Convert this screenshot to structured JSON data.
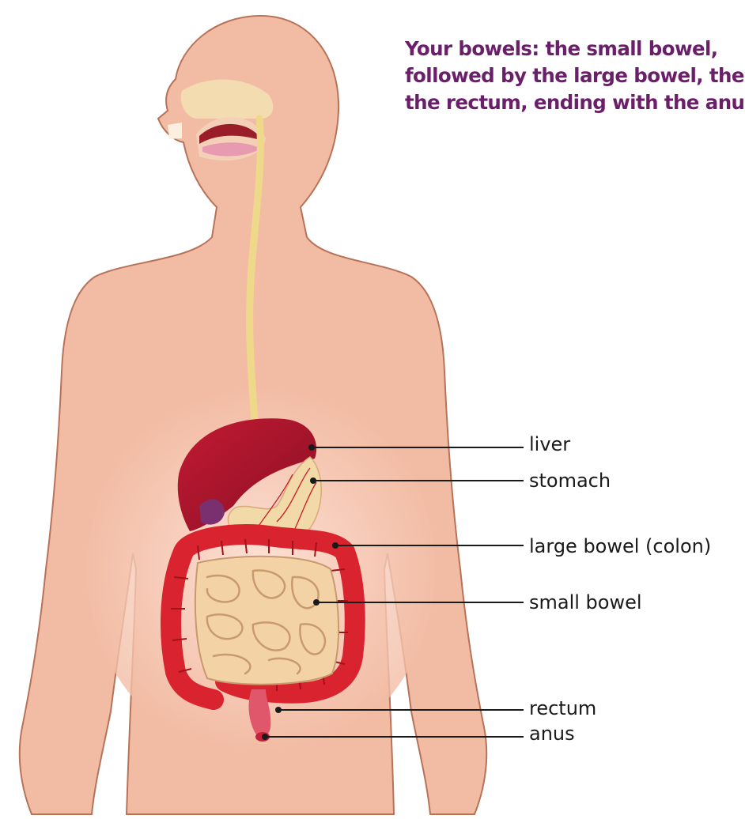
{
  "caption": {
    "lines": [
      "Your bowels: the small bowel,",
      "followed by the large bowel, then",
      "the rectum, ending with the anus"
    ],
    "color": "#6b1f6b"
  },
  "labels": {
    "liver": "liver",
    "stomach": "stomach",
    "large_bowel": "large bowel (colon)",
    "small_bowel": "small bowel",
    "rectum": "rectum",
    "anus": "anus"
  },
  "colors": {
    "skin": "#f2bca4",
    "skin_outline": "#b7735a",
    "liver": "#a3162b",
    "stomach": "#f2d9a8",
    "large_bowel": "#d9232e",
    "small_bowel": "#f3d3a6",
    "esophagus": "#eed98a",
    "leader_line": "#1a1a1a"
  }
}
